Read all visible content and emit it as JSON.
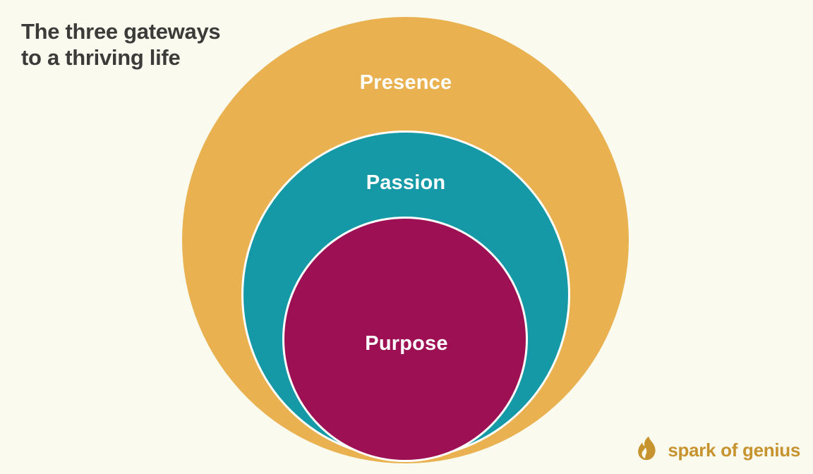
{
  "title": {
    "line1": "The three gateways",
    "line2": "to a thriving life"
  },
  "diagram": {
    "type": "nested-circles",
    "circles": [
      {
        "id": "presence",
        "label": "Presence",
        "color": "#E9B14F",
        "level": "outer"
      },
      {
        "id": "passion",
        "label": "Passion",
        "color": "#1699A6",
        "level": "middle"
      },
      {
        "id": "purpose",
        "label": "Purpose",
        "color": "#9D1154",
        "level": "inner"
      }
    ]
  },
  "logo": {
    "text": "spark of genius",
    "icon": "flame-icon",
    "color": "#C6932F"
  },
  "colors": {
    "background": "#FBFAEE",
    "title_text": "#3B3B3A",
    "label_text": "#FFFFFF",
    "circle_border": "#FFFFFF",
    "flame_cutout": "#FBFAEE"
  }
}
